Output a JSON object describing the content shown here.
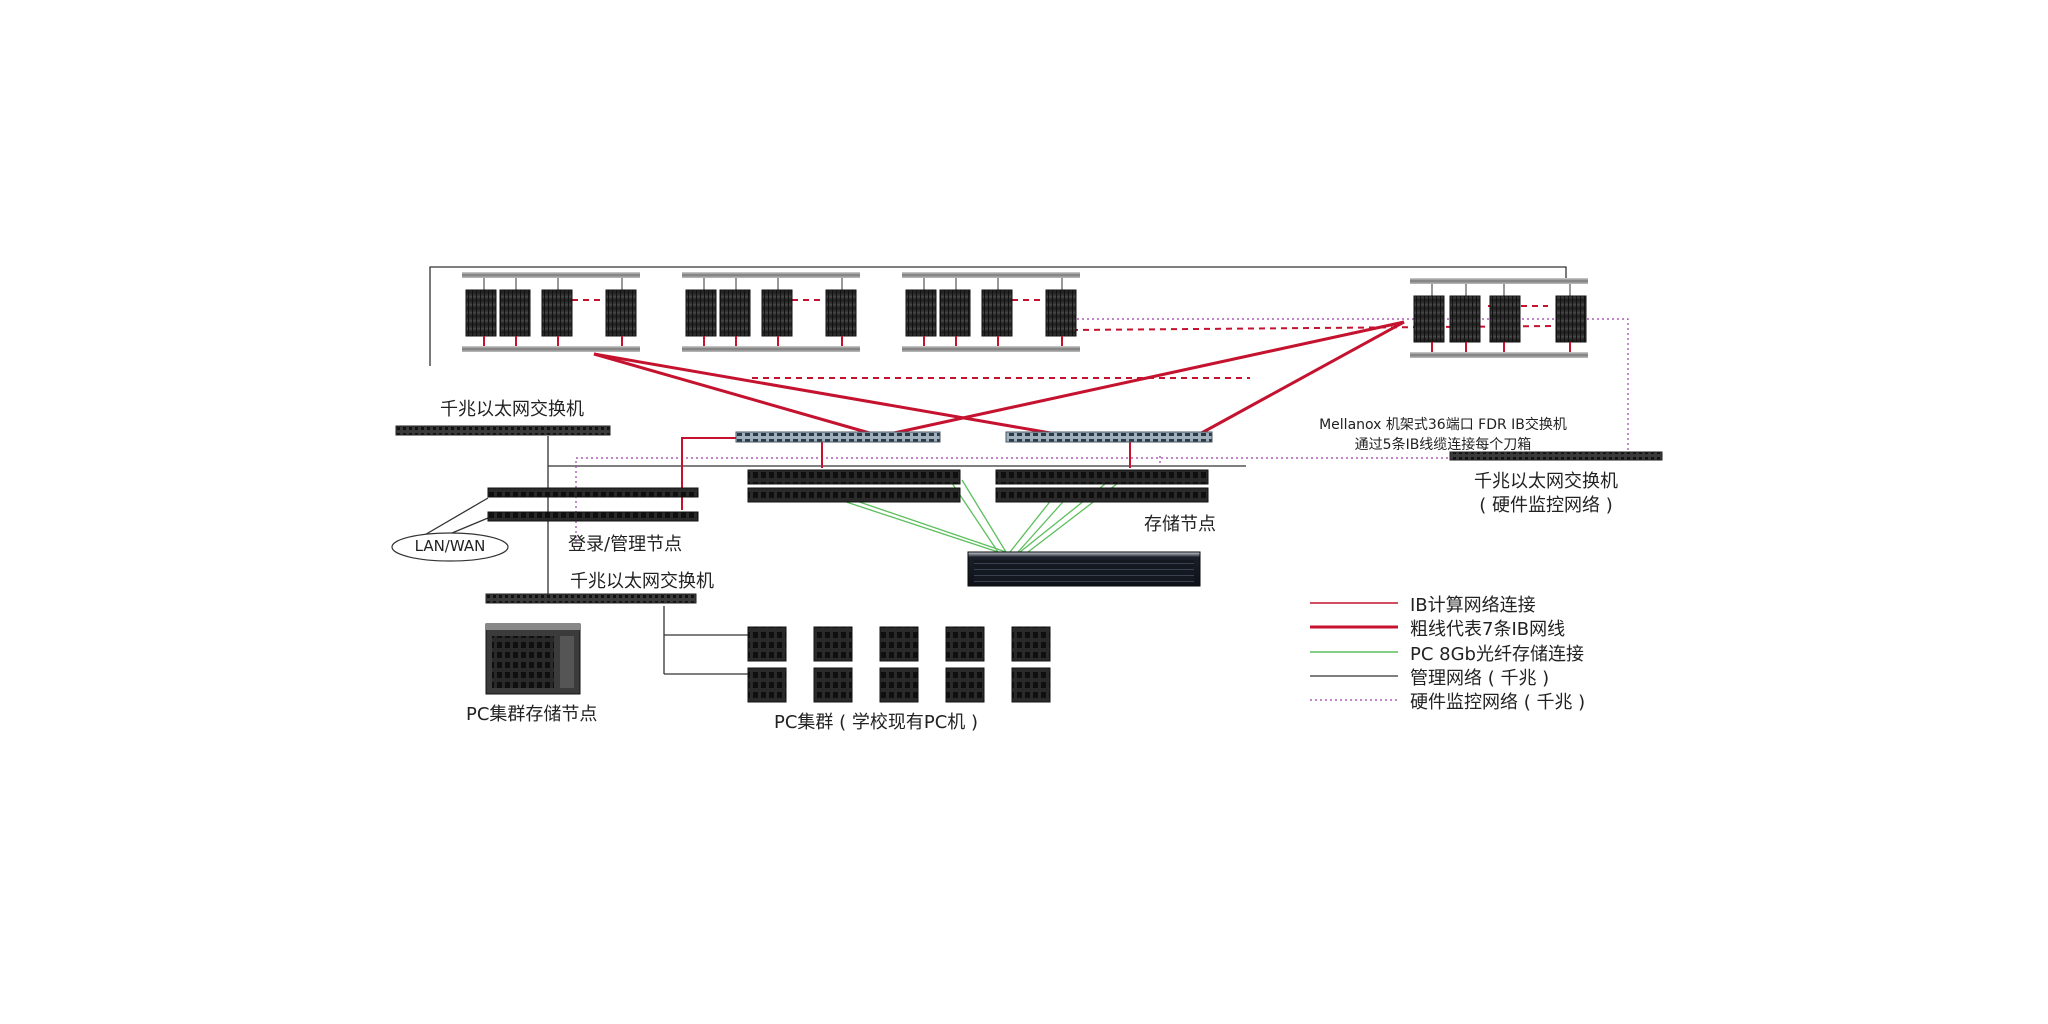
{
  "labels": {
    "gige_switch_top": "千兆以太网交换机",
    "mellanox_line1": "Mellanox 机架式36端口 FDR IB交换机",
    "mellanox_line2": "通过5条IB线缆连接每个刀箱",
    "gige_switch_right_line1": "千兆以太网交换机",
    "gige_switch_right_line2": "( 硬件监控网络 )",
    "lan_wan": "LAN/WAN",
    "login_mgmt": "登录/管理节点",
    "storage_nodes": "存储节点",
    "gige_switch_bottom": "千兆以太网交换机",
    "pc_storage": "PC集群存储节点",
    "pc_cluster": "PC集群 ( 学校现有PC机 )"
  },
  "legend": [
    {
      "label": "IB计算网络连接",
      "color": "#c4122f",
      "style": "thin-solid"
    },
    {
      "label": "粗线代表7条IB网线",
      "color": "#c4122f",
      "style": "thick-solid"
    },
    {
      "label": "PC 8Gb光纤存储连接",
      "color": "#5cbf5c",
      "style": "thin-solid"
    },
    {
      "label": "管理网络 ( 千兆 )",
      "color": "#333333",
      "style": "thin-solid"
    },
    {
      "label": "硬件监控网络 ( 千兆 )",
      "color": "#9b3fa8",
      "style": "dotted"
    }
  ],
  "colors": {
    "ib": "#c4122f",
    "fiber": "#5cbf5c",
    "mgmt": "#333333",
    "monitor": "#9b3fa8",
    "device_dark": "#2b2b2b",
    "device_mid": "#555555",
    "device_light": "#9a9a9a"
  },
  "icons": {
    "blade_chassis": "blade-chassis-icon",
    "ib_switch": "ib-switch-icon",
    "ethernet_switch": "ethernet-switch-icon",
    "rack_server": "rack-server-icon",
    "storage_array": "storage-array-icon",
    "tower_storage": "tower-storage-icon",
    "pc": "pc-icon",
    "cloud": "lan-wan-cloud-icon"
  }
}
